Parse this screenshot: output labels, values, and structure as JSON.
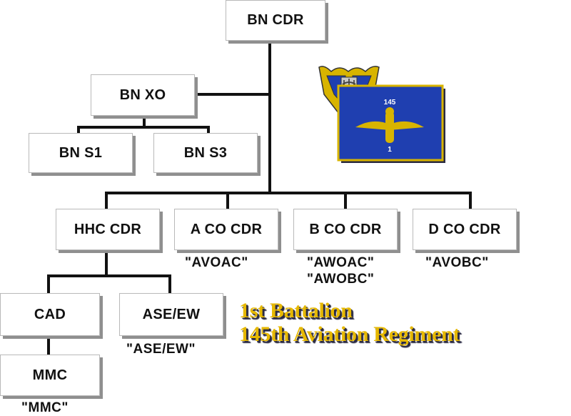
{
  "boxes": {
    "bn_cdr": "BN CDR",
    "bn_xo": "BN XO",
    "bn_s1": "BN S1",
    "bn_s3": "BN S3",
    "hhc_cdr": "HHC CDR",
    "a_co_cdr": "A CO CDR",
    "b_co_cdr": "B CO CDR",
    "d_co_cdr": "D CO CDR",
    "cad": "CAD",
    "ase_ew": "ASE/EW",
    "mmc": "MMC"
  },
  "notes": {
    "a_co": "\"AVOAC\"",
    "b_co_1": "\"AWOAC\"",
    "b_co_2": "\"AWOBC\"",
    "d_co": "\"AVOBC\"",
    "ase_ew": "\"ASE/EW\"",
    "mmc": "\"MMC\""
  },
  "unit_title": {
    "line1": "1st Battalion",
    "line2": "145th Aviation Regiment"
  },
  "flag": {
    "number": "145",
    "sub_number": "1",
    "field_color": "#1f3fb0",
    "border_color": "#d8b400",
    "wing_color": "#d8b400"
  },
  "insignia": {
    "outer_color": "#d8b400",
    "inner_color": "#1f3fb0"
  }
}
